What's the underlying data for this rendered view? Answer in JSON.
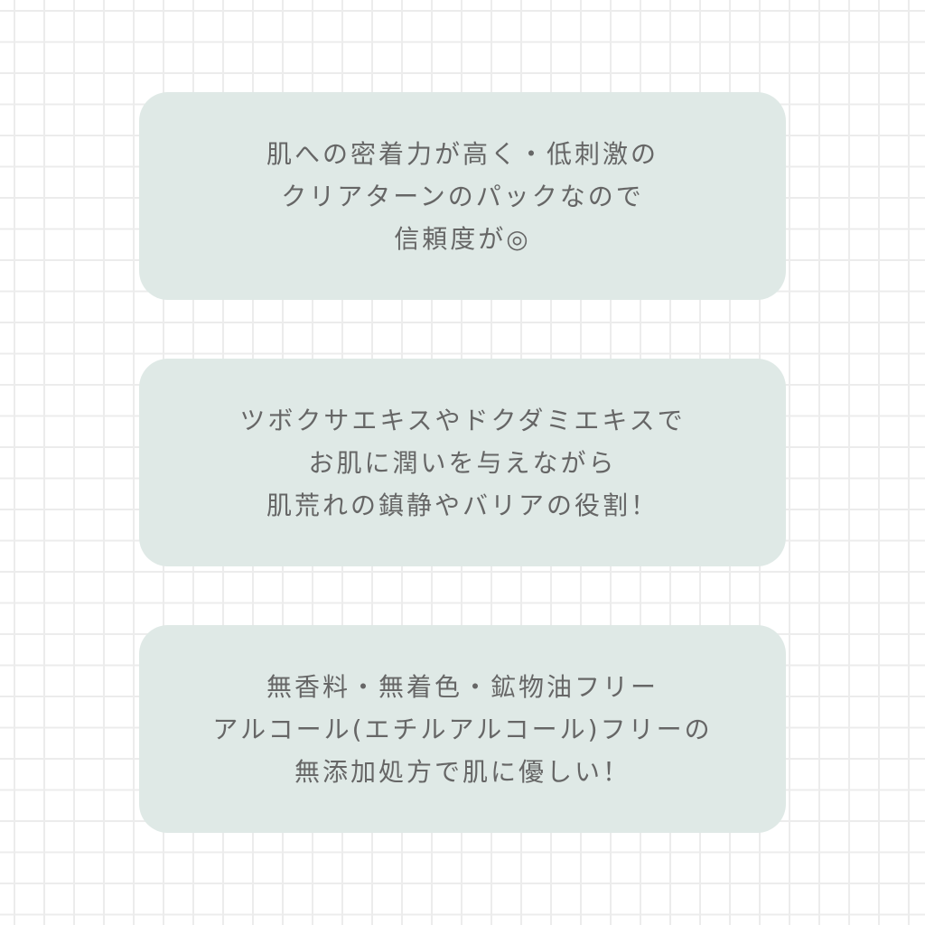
{
  "cards": [
    {
      "lines": [
        "肌への密着力が高く・低刺激の",
        "クリアターンのパックなので",
        "信頼度が◎"
      ]
    },
    {
      "lines": [
        "ツボクサエキスやドクダミエキスで",
        "お肌に潤いを与えながら",
        "肌荒れの鎮静やバリアの役割！"
      ]
    },
    {
      "lines": [
        "無香料・無着色・鉱物油フリー",
        "アルコール(エチルアルコール)フリーの",
        "無添加処方で肌に優しい！"
      ]
    }
  ]
}
